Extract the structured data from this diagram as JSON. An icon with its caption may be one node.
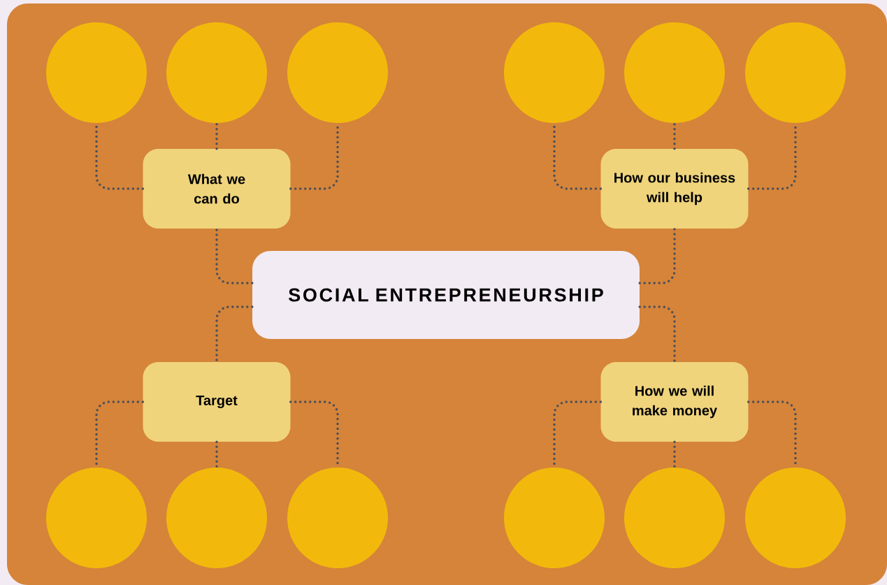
{
  "diagram": {
    "nodes": [
      {
        "text": [],
        "shape": "circle"
      },
      {
        "text": [],
        "shape": "circle"
      },
      {
        "text": [],
        "shape": "circle"
      },
      {
        "text": [],
        "shape": "circle"
      },
      {
        "text": [],
        "shape": "circle"
      },
      {
        "text": [],
        "shape": "circle"
      },
      {
        "text": [
          "What we can do"
        ]
      },
      {
        "text": [
          "How our business will help"
        ]
      },
      {
        "text": [
          "SOCIAL ENTREPRENEURSHIP"
        ]
      },
      {
        "text": [
          "Target"
        ]
      },
      {
        "text": [
          "How we will make money"
        ]
      },
      {
        "text": [],
        "shape": "circle"
      },
      {
        "text": [],
        "shape": "circle"
      },
      {
        "text": [],
        "shape": "circle"
      },
      {
        "text": [],
        "shape": "circle"
      },
      {
        "text": [],
        "shape": "circle"
      },
      {
        "text": [],
        "shape": "circle"
      }
    ],
    "edges": [
      {
        "from": 6,
        "to": 0,
        "arrow": "none"
      },
      {
        "from": 6,
        "to": 1,
        "arrow": "none"
      },
      {
        "from": 6,
        "to": 2,
        "arrow": "none"
      },
      {
        "from": 7,
        "to": 3,
        "arrow": "none"
      },
      {
        "from": 7,
        "to": 4,
        "arrow": "none"
      },
      {
        "from": 7,
        "to": 5,
        "arrow": "none"
      },
      {
        "from": 8,
        "to": 6,
        "arrow": "none"
      },
      {
        "from": 8,
        "to": 7,
        "arrow": "none"
      },
      {
        "from": 8,
        "to": 9,
        "arrow": "none"
      },
      {
        "from": 8,
        "to": 10,
        "arrow": "none"
      },
      {
        "from": 9,
        "to": 11,
        "arrow": "none"
      },
      {
        "from": 9,
        "to": 12,
        "arrow": "none"
      },
      {
        "from": 9,
        "to": 13,
        "arrow": "none"
      },
      {
        "from": 10,
        "to": 14,
        "arrow": "none"
      },
      {
        "from": 10,
        "to": 15,
        "arrow": "none"
      },
      {
        "from": 10,
        "to": 16,
        "arrow": "none"
      }
    ]
  }
}
